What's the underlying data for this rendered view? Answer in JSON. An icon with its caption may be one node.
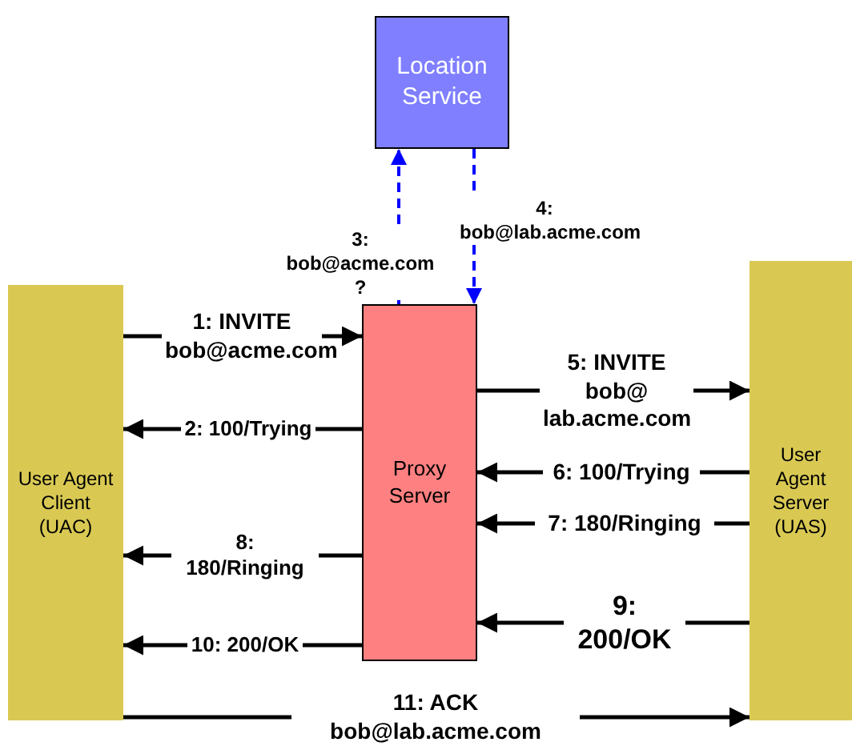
{
  "diagram": {
    "nodes": [
      {
        "text": [
          "Location Service"
        ]
      },
      {
        "text": [
          "User Agent Client (UAC)"
        ]
      },
      {
        "text": [
          "Proxy Server"
        ]
      },
      {
        "text": [
          "User Agent Server (UAS)"
        ]
      }
    ],
    "edges": [
      {
        "from": 1,
        "to": 2,
        "arrow": "to",
        "label": "1: INVITE bob@acme.com"
      },
      {
        "from": 2,
        "to": 1,
        "arrow": "to",
        "label": "2: 100/Trying"
      },
      {
        "from": 2,
        "to": 0,
        "arrow": "to",
        "label": "3: bob@acme.com ?",
        "style": "dashed",
        "color": "#0000ff"
      },
      {
        "from": 0,
        "to": 2,
        "arrow": "to",
        "label": "4: bob@lab.acme.com",
        "style": "dashed",
        "color": "#0000ff"
      },
      {
        "from": 2,
        "to": 3,
        "arrow": "to",
        "label": "5: INVITE bob@ lab.acme.com"
      },
      {
        "from": 3,
        "to": 2,
        "arrow": "to",
        "label": "6: 100/Trying"
      },
      {
        "from": 3,
        "to": 2,
        "arrow": "to",
        "label": "7: 180/Ringing"
      },
      {
        "from": 2,
        "to": 1,
        "arrow": "to",
        "label": "8: 180/Ringing"
      },
      {
        "from": 3,
        "to": 2,
        "arrow": "to",
        "label": "9: 200/OK"
      },
      {
        "from": 2,
        "to": 1,
        "arrow": "to",
        "label": "10: 200/OK"
      },
      {
        "from": 1,
        "to": 3,
        "arrow": "to",
        "label": "11: ACK bob@lab.acme.com"
      }
    ]
  }
}
